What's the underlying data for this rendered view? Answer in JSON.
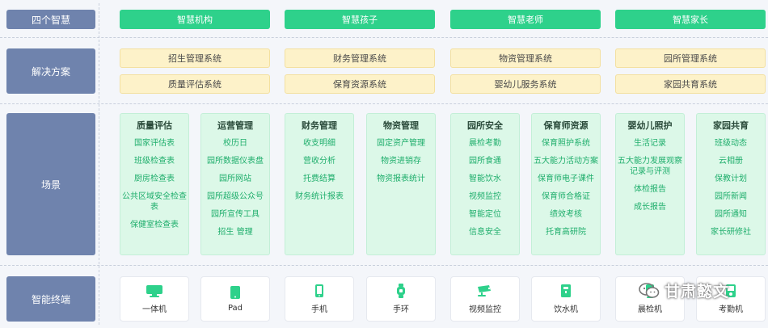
{
  "row_labels": {
    "four_smart": "四个智慧",
    "solutions": "解决方案",
    "scenarios": "场景",
    "terminals": "智能终端"
  },
  "pillars": [
    "智慧机构",
    "智慧孩子",
    "智慧老师",
    "智慧家长"
  ],
  "solutions_row1": [
    "招生管理系统",
    "财务管理系统",
    "物资管理系统",
    "园所管理系统"
  ],
  "solutions_row2": [
    "质量评估系统",
    "保育资源系统",
    "婴幼儿服务系统",
    "家园共育系统"
  ],
  "scenarios": [
    {
      "title": "质量评估",
      "items": [
        "国家评估表",
        "班级检查表",
        "厨房检查表",
        "公共区域安全检查表",
        "保健室检查表"
      ]
    },
    {
      "title": "运营管理",
      "items": [
        "校历日",
        "园所数据仪表盘",
        "园所网站",
        "园所超级公众号",
        "园所宣传工具",
        "招生 管理"
      ]
    },
    {
      "title": "财务管理",
      "items": [
        "收支明细",
        "营收分析",
        "托费结算",
        "财务统计报表"
      ]
    },
    {
      "title": "物资管理",
      "items": [
        "固定资产管理",
        "物资进销存",
        "物资报表统计"
      ]
    },
    {
      "title": "园所安全",
      "items": [
        "晨检考勤",
        "园所食通",
        "智能饮水",
        "视频监控",
        "智能定位",
        "信息安全"
      ]
    },
    {
      "title": "保育师资源",
      "items": [
        "保育照护系统",
        "五大能力活动方案",
        "保育师电子课件",
        "保育师合格证",
        "绩效考核",
        "托育高研院"
      ]
    },
    {
      "title": "婴幼儿照护",
      "items": [
        "生活记录",
        "五大能力发展观察记录与评测",
        "体检报告",
        "成长报告"
      ]
    },
    {
      "title": "家园共育",
      "items": [
        "班级动态",
        "云相册",
        "保教计划",
        "园所新闻",
        "园所通知",
        "家长研修社"
      ]
    }
  ],
  "terminals": [
    {
      "label": "一体机",
      "icon": "all-in-one-icon"
    },
    {
      "label": "Pad",
      "icon": "tablet-icon"
    },
    {
      "label": "手机",
      "icon": "phone-icon"
    },
    {
      "label": "手环",
      "icon": "wristband-icon"
    },
    {
      "label": "视频监控",
      "icon": "camera-icon"
    },
    {
      "label": "饮水机",
      "icon": "water-dispenser-icon"
    },
    {
      "label": "晨检机",
      "icon": "morning-check-icon"
    },
    {
      "label": "考勤机",
      "icon": "attendance-machine-icon"
    }
  ],
  "watermark": "甘肃懿文",
  "colors": {
    "label_bg": "#6f83ad",
    "pillar_green": "#2ed18b",
    "solution_yellow": "#fdf2c9",
    "scene_bg": "#dcf8e8",
    "scene_text": "#1fae6c"
  }
}
